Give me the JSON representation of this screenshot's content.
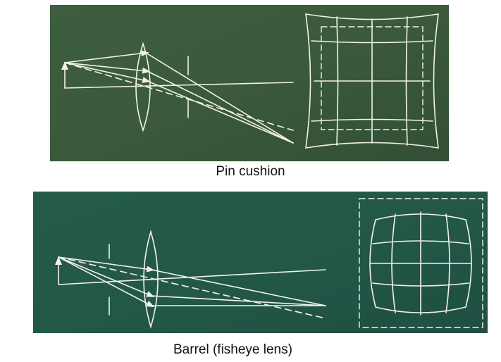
{
  "figure": {
    "panels": [
      {
        "id": "pincushion",
        "caption": "Pin cushion",
        "distortion": "pincushion",
        "background": "#3a5a3c"
      },
      {
        "id": "barrel",
        "caption": "Barrel (fisheye lens)",
        "distortion": "barrel",
        "background": "#235a4a"
      }
    ],
    "line_color": "#f2f2ea"
  }
}
